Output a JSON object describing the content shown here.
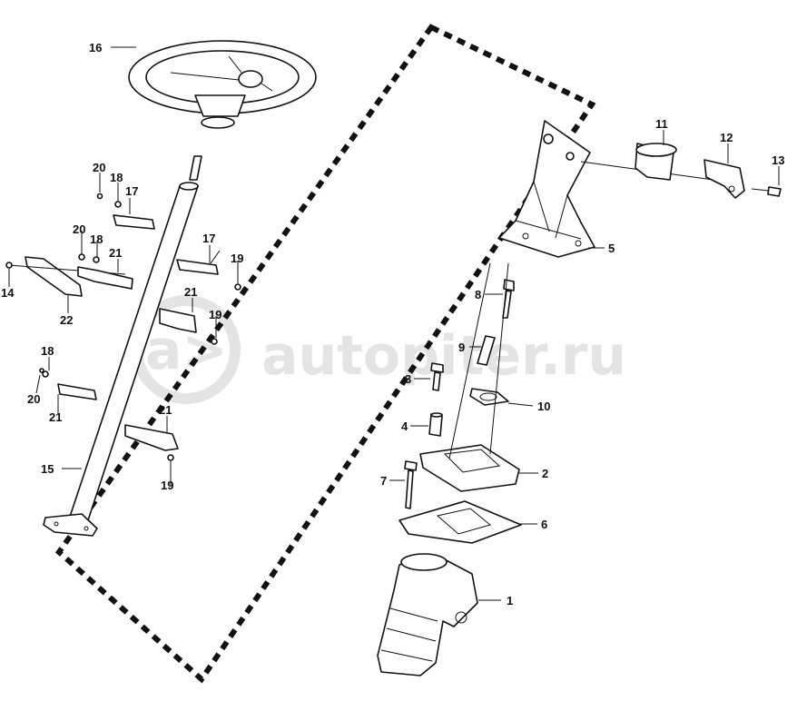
{
  "watermark": {
    "text": "autopiter.ru",
    "logo_glyph": "a>"
  },
  "callouts": [
    {
      "id": "c1",
      "text": "1"
    },
    {
      "id": "c2",
      "text": "2"
    },
    {
      "id": "c3",
      "text": "3"
    },
    {
      "id": "c4",
      "text": "4"
    },
    {
      "id": "c5",
      "text": "5"
    },
    {
      "id": "c6",
      "text": "6"
    },
    {
      "id": "c7",
      "text": "7"
    },
    {
      "id": "c8",
      "text": "8"
    },
    {
      "id": "c9",
      "text": "9"
    },
    {
      "id": "c10",
      "text": "10"
    },
    {
      "id": "c11",
      "text": "11"
    },
    {
      "id": "c12",
      "text": "12"
    },
    {
      "id": "c13",
      "text": "13"
    },
    {
      "id": "c14",
      "text": "14"
    },
    {
      "id": "c15",
      "text": "15"
    },
    {
      "id": "c16",
      "text": "16"
    },
    {
      "id": "c17a",
      "text": "17"
    },
    {
      "id": "c17b",
      "text": "17"
    },
    {
      "id": "c18a",
      "text": "18"
    },
    {
      "id": "c18b",
      "text": "18"
    },
    {
      "id": "c18c",
      "text": "18"
    },
    {
      "id": "c19a",
      "text": "19"
    },
    {
      "id": "c19b",
      "text": "19"
    },
    {
      "id": "c19c",
      "text": "19"
    },
    {
      "id": "c20a",
      "text": "20"
    },
    {
      "id": "c20b",
      "text": "20"
    },
    {
      "id": "c20c",
      "text": "20"
    },
    {
      "id": "c21a",
      "text": "21"
    },
    {
      "id": "c21b",
      "text": "21"
    },
    {
      "id": "c21c",
      "text": "21"
    },
    {
      "id": "c21d",
      "text": "21"
    },
    {
      "id": "c22",
      "text": "22"
    }
  ]
}
